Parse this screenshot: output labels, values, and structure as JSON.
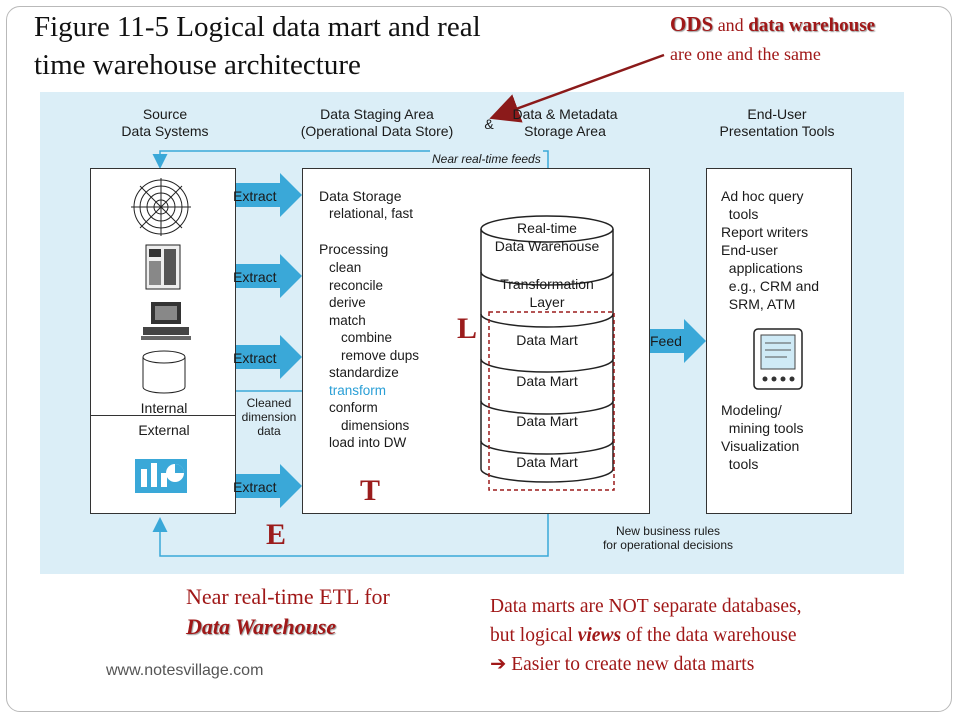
{
  "title": "Figure 11-5 Logical data mart and real\ntime warehouse architecture",
  "ods_note": {
    "ods": "ODS",
    "and": " and ",
    "dw": "data warehouse",
    "line2": "are one and the same"
  },
  "headers": {
    "source": "Source\nData Systems",
    "staging": "Data Staging Area\n(Operational Data Store)",
    "amp": "&",
    "metadata": "Data & Metadata\nStorage Area",
    "enduser": "End-User\nPresentation Tools"
  },
  "source_box": {
    "internal": "Internal",
    "external": "External"
  },
  "arrows": {
    "extract": "Extract",
    "feed": "Feed"
  },
  "labels": {
    "near_realtime_feeds": "Near real-time feeds",
    "cleaned": "Cleaned\ndimension\ndata",
    "new_rules": "New business rules\nfor operational decisions"
  },
  "staging_box": {
    "storage_title": "Data Storage",
    "storage_sub": "relational, fast",
    "processing_title": "Processing",
    "steps": [
      "clean",
      "reconcile",
      "derive",
      "match",
      "combine",
      "remove dups",
      "standardize",
      "transform",
      "conform",
      "dimensions",
      "load into DW"
    ]
  },
  "cylinder": {
    "top": "Real-time\nData Warehouse",
    "layer": "Transformation\nLayer",
    "marts": [
      "Data Mart",
      "Data Mart",
      "Data Mart",
      "Data Mart"
    ]
  },
  "enduser_box": {
    "tools1": "Ad hoc query\n  tools\nReport writers\nEnd-user\n  applications\n  e.g., CRM and\n  SRM, ATM",
    "tools2": "Modeling/\n  mining tools\nVisualization\n  tools"
  },
  "letters": {
    "L": "L",
    "T": "T",
    "E": "E"
  },
  "note_left": {
    "line1": "Near real-time ETL for",
    "line2": "Data Warehouse"
  },
  "note_right": {
    "line1": "Data marts are NOT separate databases,",
    "line2a": "but logical ",
    "line2b": "views",
    "line2c": " of the data warehouse",
    "line3": "➔ Easier to create new data marts"
  },
  "watermark": "www.notesvillage.com",
  "colors": {
    "panel": "#dbeef7",
    "arrow": "#3aa8d8",
    "accent": "#a01818"
  }
}
